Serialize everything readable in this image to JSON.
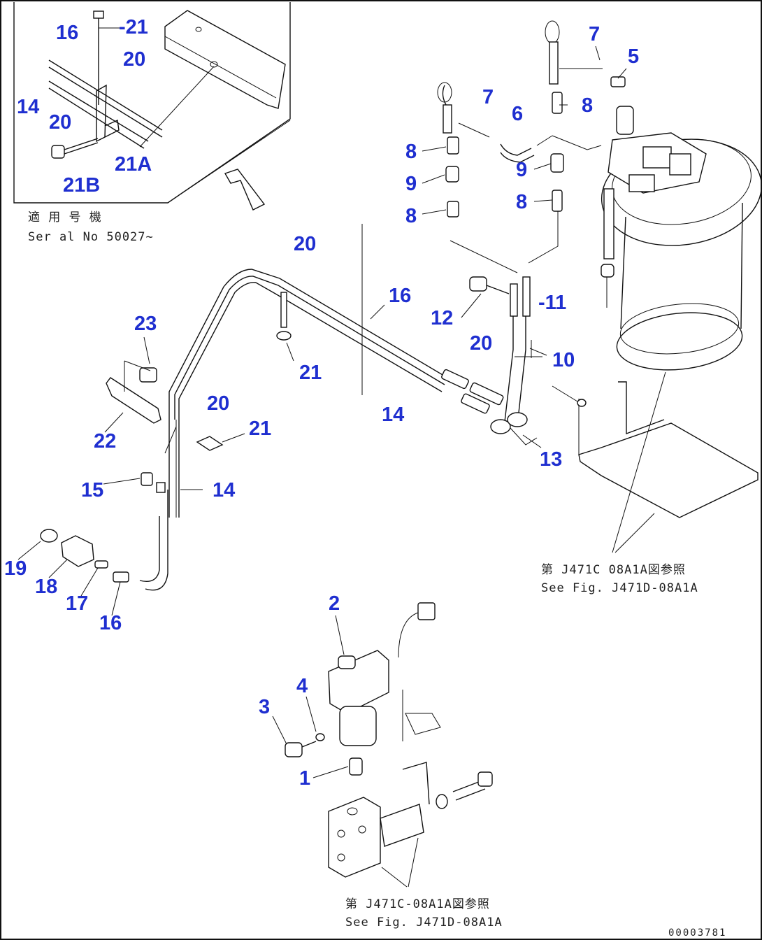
{
  "callouts": {
    "inset_16": "16",
    "inset_21": "-21",
    "inset_20a": "20",
    "inset_14": "14",
    "inset_20b": "20",
    "inset_21A": "21A",
    "inset_21B": "21B",
    "c7a": "7",
    "c5": "5",
    "c7b": "7",
    "c8a": "8",
    "c6": "6",
    "c8b": "8",
    "c9a": "9",
    "c9b": "9",
    "c8c": "8",
    "c8d": "8",
    "c20a": "20",
    "c16a": "16",
    "c12": "12",
    "c11": "-11",
    "c10": "10",
    "c23": "23",
    "c21a": "21",
    "c20b": "20",
    "c14a": "14",
    "c13": "13",
    "c22": "22",
    "c20c": "20",
    "c21b": "21",
    "c15": "15",
    "c14b": "14",
    "c19": "19",
    "c18": "18",
    "c17": "17",
    "c16b": "16",
    "c2": "2",
    "c4": "4",
    "c3": "3",
    "c1": "1"
  },
  "notes": {
    "serial_jp": "適 用 号 機",
    "serial_en": "Ser al No 50027~",
    "ref_right_jp": "第 J471C 08A1A図参照",
    "ref_right_en": "See Fig. J471D-08A1A",
    "ref_bottom_jp": "第 J471C-08A1A図参照",
    "ref_bottom_en": "See Fig. J471D-08A1A",
    "drawing_code": "00003781"
  }
}
